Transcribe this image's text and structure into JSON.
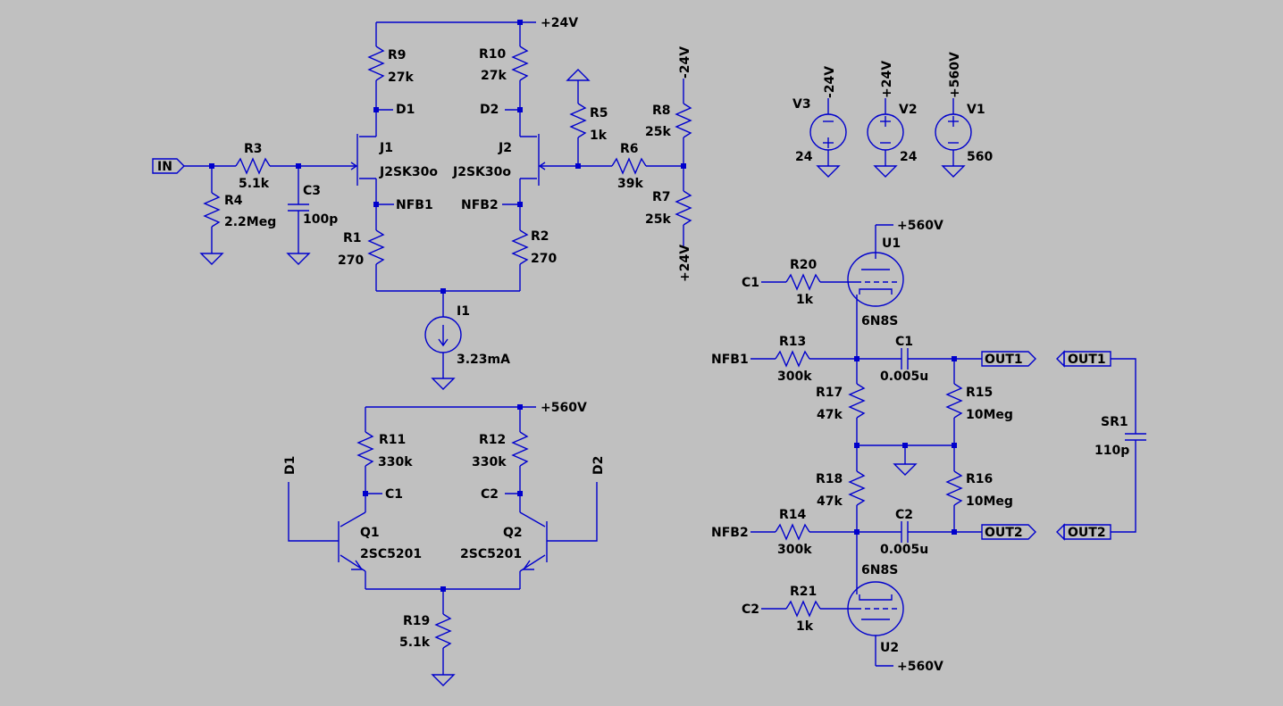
{
  "rails": {
    "p24_top": "+24V",
    "m24_r8": "-24V",
    "p24_r7": "+24V",
    "p560_q": "+560V",
    "p560_u1": "+560V",
    "p560_u2": "+560V"
  },
  "sources": {
    "v3": {
      "ref": "V3",
      "rail": "-24V",
      "value": "24"
    },
    "v2": {
      "ref": "V2",
      "rail": "+24V",
      "value": "24"
    },
    "v1": {
      "ref": "V1",
      "rail": "+560V",
      "value": "560"
    },
    "i1": {
      "ref": "I1",
      "value": "3.23mA"
    }
  },
  "resistors": {
    "r1": {
      "ref": "R1",
      "value": "270"
    },
    "r2": {
      "ref": "R2",
      "value": "270"
    },
    "r3": {
      "ref": "R3",
      "value": "5.1k"
    },
    "r4": {
      "ref": "R4",
      "value": "2.2Meg"
    },
    "r5": {
      "ref": "R5",
      "value": "1k"
    },
    "r6": {
      "ref": "R6",
      "value": "39k"
    },
    "r7": {
      "ref": "R7",
      "value": "25k"
    },
    "r8": {
      "ref": "R8",
      "value": "25k"
    },
    "r9": {
      "ref": "R9",
      "value": "27k"
    },
    "r10": {
      "ref": "R10",
      "value": "27k"
    },
    "r11": {
      "ref": "R11",
      "value": "330k"
    },
    "r12": {
      "ref": "R12",
      "value": "330k"
    },
    "r13": {
      "ref": "R13",
      "value": "300k"
    },
    "r14": {
      "ref": "R14",
      "value": "300k"
    },
    "r15": {
      "ref": "R15",
      "value": "10Meg"
    },
    "r16": {
      "ref": "R16",
      "value": "10Meg"
    },
    "r17": {
      "ref": "R17",
      "value": "47k"
    },
    "r18": {
      "ref": "R18",
      "value": "47k"
    },
    "r19": {
      "ref": "R19",
      "value": "5.1k"
    },
    "r20": {
      "ref": "R20",
      "value": "1k"
    },
    "r21": {
      "ref": "R21",
      "value": "1k"
    }
  },
  "capacitors": {
    "c1": {
      "ref": "C1",
      "value": "0.005u"
    },
    "c2": {
      "ref": "C2",
      "value": "0.005u"
    },
    "c3": {
      "ref": "C3",
      "value": "100p"
    },
    "sr1": {
      "ref": "SR1",
      "value": "110p"
    }
  },
  "transistors": {
    "j1": {
      "ref": "J1",
      "model": "J2SK30o"
    },
    "j2": {
      "ref": "J2",
      "model": "J2SK30o"
    },
    "q1": {
      "ref": "Q1",
      "model": "2SC5201"
    },
    "q2": {
      "ref": "Q2",
      "model": "2SC5201"
    }
  },
  "tubes": {
    "u1": {
      "ref": "U1",
      "model": "6N8S"
    },
    "u2": {
      "ref": "U2",
      "model": "6N8S"
    }
  },
  "nets": {
    "d1": "D1",
    "d2": "D2",
    "nfb1": "NFB1",
    "nfb2": "NFB2",
    "q_d1": "D1",
    "q_d2": "D2",
    "q_c1": "C1",
    "q_c2": "C2",
    "u1_in": "C1",
    "u2_in": "C2",
    "nfb1_in": "NFB1",
    "nfb2_in": "NFB2"
  },
  "ports": {
    "in": "IN",
    "out1": "OUT1",
    "out2": "OUT2",
    "out1_in": "OUT1",
    "out2_in": "OUT2"
  }
}
